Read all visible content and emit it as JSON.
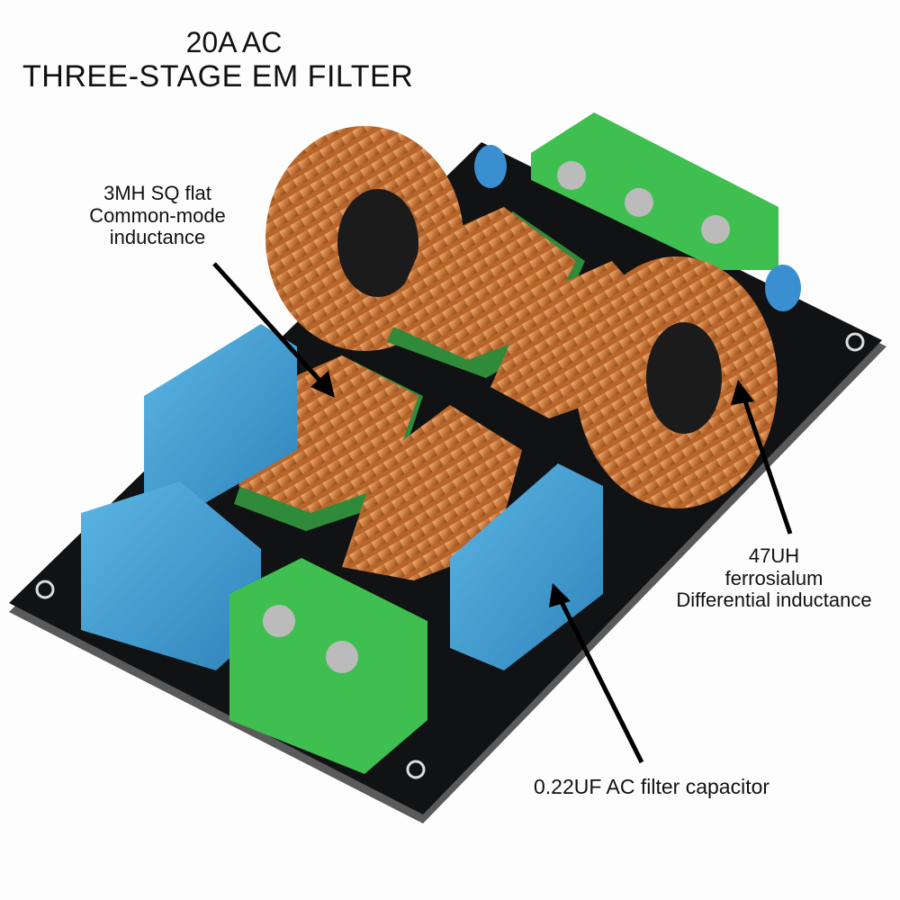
{
  "title": {
    "line1": "20A AC",
    "line2": "THREE-STAGE EM FILTER"
  },
  "annotations": {
    "common_mode": {
      "line1": "3MH SQ flat",
      "line2": "Common-mode",
      "line3": "inductance"
    },
    "differential": {
      "line1": "47UH",
      "line2": "ferrosialum",
      "line3": "Differential inductance"
    },
    "capacitor": {
      "line1": "0.22UF AC filter capacitor"
    }
  },
  "colors": {
    "pcb": "#111214",
    "copper": "#c8773a",
    "capacitor": "#3d9bd0",
    "terminal": "#3fbf4f",
    "core": "#2f8a3a"
  }
}
